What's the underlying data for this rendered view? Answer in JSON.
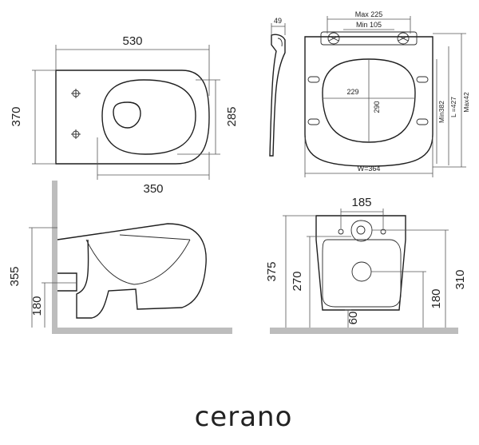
{
  "top_view": {
    "width_label": "530",
    "height_label": "370",
    "inner_height_label": "285",
    "inner_width_label": "350"
  },
  "seat_side": {
    "thickness_label": "49"
  },
  "seat_top": {
    "max_label": "Max 225",
    "min_label": "Min 105",
    "inner_width_label": "229",
    "inner_height_label": "290",
    "min_length_label": "Min382",
    "length_label": "L =427",
    "max_length_label": "Max42",
    "width_label": "W=364"
  },
  "side_view": {
    "height_label": "355",
    "low_label": "180"
  },
  "front_view": {
    "top_label": "185",
    "total_label": "375",
    "mid_label": "270",
    "right_label": "310",
    "right_low_label": "180",
    "bottom_label": "60"
  },
  "brand": {
    "name": "cerano"
  }
}
